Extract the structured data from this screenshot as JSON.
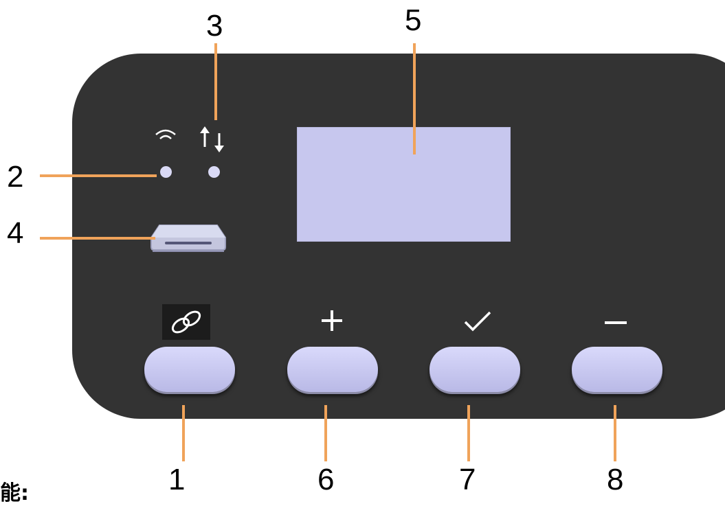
{
  "callouts": {
    "n1": "1",
    "n2": "2",
    "n3": "3",
    "n4": "4",
    "n5": "5",
    "n6": "6",
    "n7": "7",
    "n8": "8"
  },
  "corner_text": "能:",
  "colors": {
    "panel": "#333333",
    "leader_line": "#f0a35a",
    "screen": "#c7c7ee",
    "button": "#c9c9f2",
    "led": "#d9d9f5"
  },
  "icons": {
    "wifi": "wifi-icon",
    "data_transfer": "up-down-arrows-icon",
    "media_slot": "card-slot-icon",
    "connect": "link-icon",
    "plus": "plus-icon",
    "ok": "check-icon",
    "minus": "minus-icon"
  }
}
